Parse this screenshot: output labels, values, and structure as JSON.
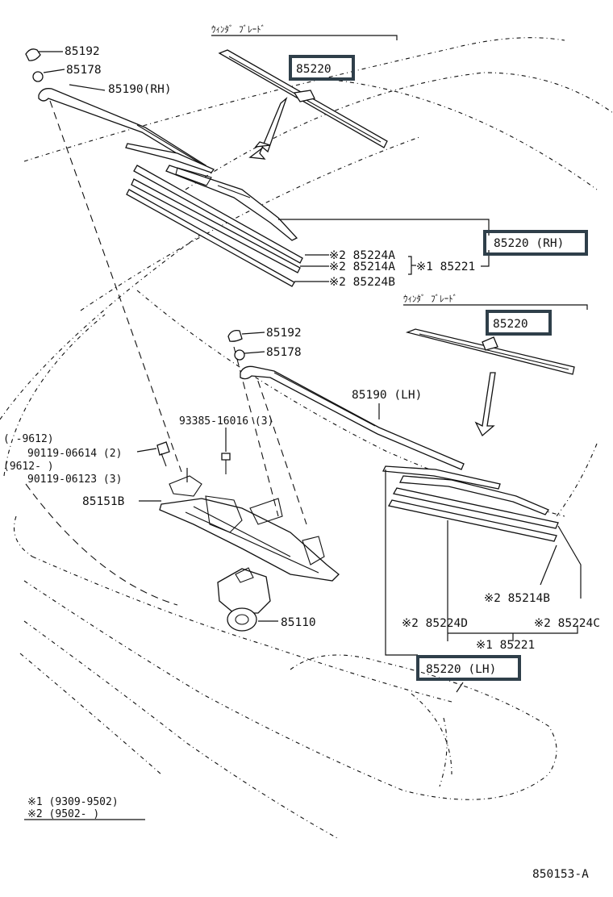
{
  "labels": {
    "p85192_top": "85192",
    "p85178_top": "85178",
    "p85190_rh": "85190(RH)",
    "jp_blade_top": "ｳｨﾝﾀﾞ ﾌﾞﾚｰﾄﾞ",
    "p85220_top": "85220",
    "p85220_rh": "85220 (RH)",
    "p85224a": "※2 85224A",
    "p85214a": "※2 85214A",
    "p85224b": "※2 85224B",
    "p85221_rh": "※1  85221",
    "jp_blade_mid": "ｳｨﾝﾀﾞ ﾌﾞﾚｰﾄﾞ",
    "p85220_mid": "85220",
    "p85192_mid": "85192",
    "p85178_mid": "85178",
    "p85190_lh": "85190 (LH)",
    "p93385": "93385-16016 (3)",
    "range1": "(      -9612)",
    "p90119a": "90119-06614 (2)",
    "range2": "(9612-      )",
    "p90119b": "90119-06123 (3)",
    "p85151b": "85151B",
    "p85110": "85110",
    "p85214b": "※2 85214B",
    "p85224d": "※2 85224D",
    "p85224c": "※2 85224C",
    "p85221_lh": "※1 85221",
    "p85220_lh": "85220 (LH)",
    "note1": "※1 (9309-9502)",
    "note2": "※2 (9502-      )",
    "diagram_id": "850153-A"
  },
  "colors": {
    "highlight_box": "#2f3f4a",
    "line": "#111111",
    "background": "#ffffff"
  }
}
